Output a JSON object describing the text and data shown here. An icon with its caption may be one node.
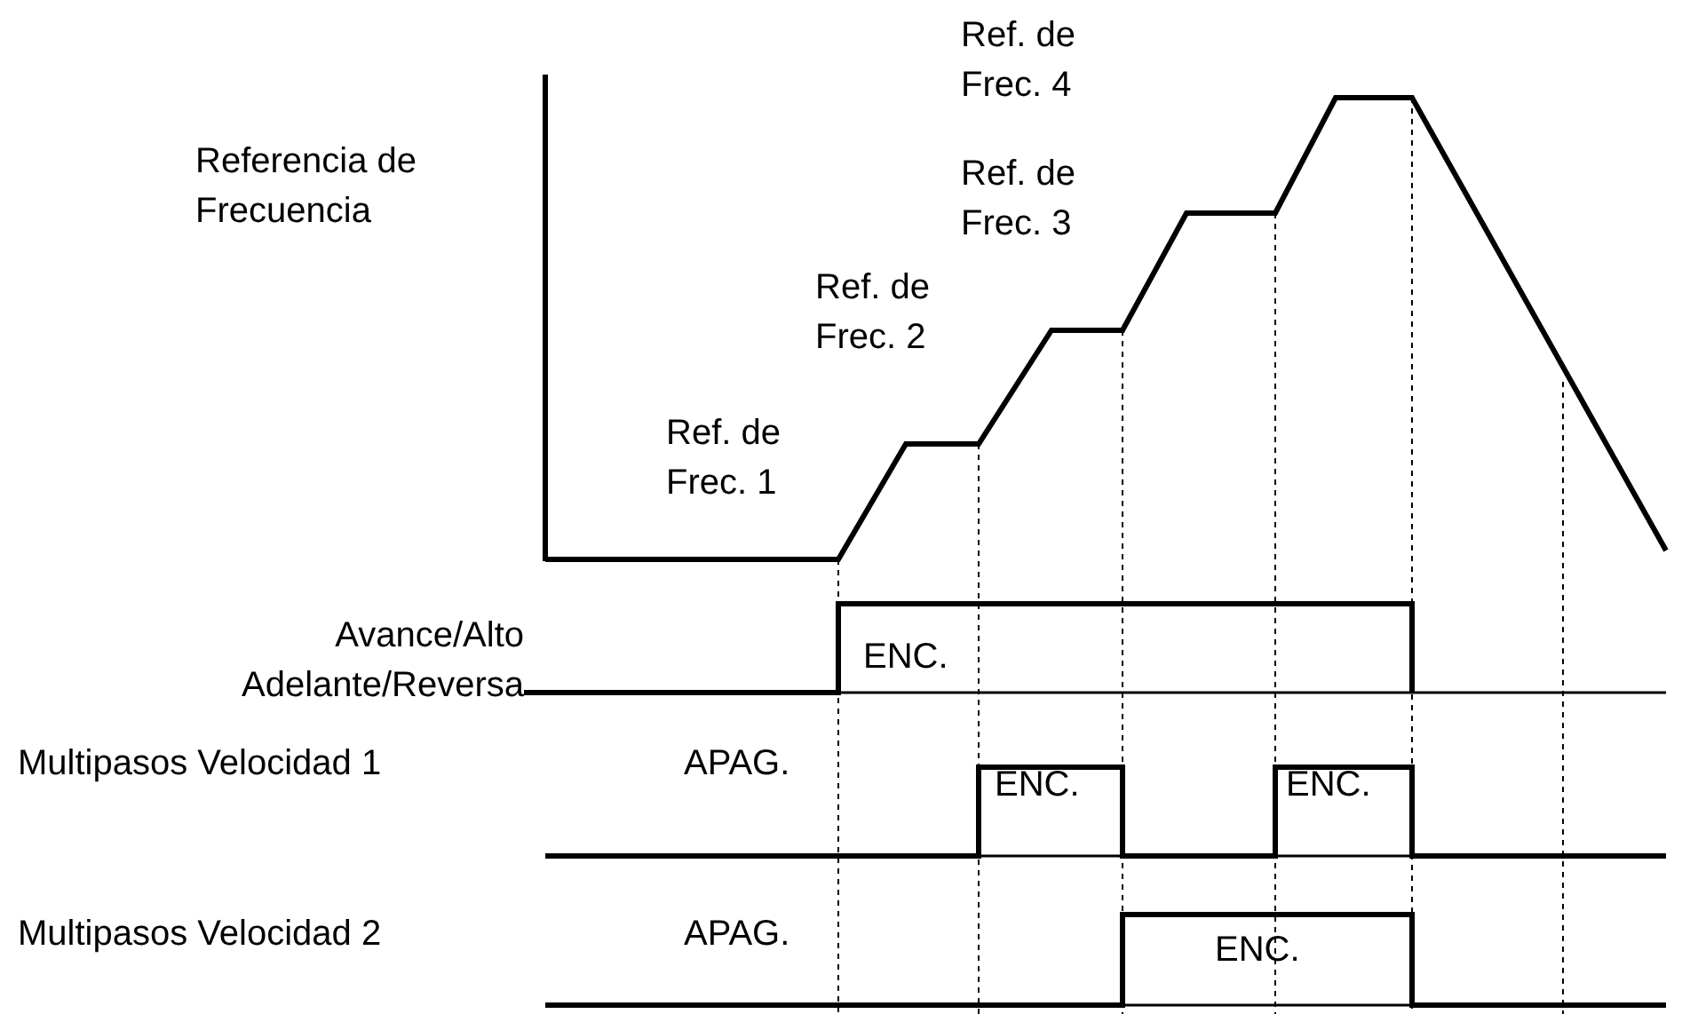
{
  "diagram": {
    "labels": [
      "Ref. de Frec. 4",
      "Referencia de Frecuencia",
      "Ref. de Frec. 3",
      "Ref. de Frec. 2",
      "Ref. de Frec. 1",
      "Avance/Alto Adelante/Reversa",
      "ENC.",
      "Multipasos Velocidad 1",
      "APAG.",
      "ENC.",
      "ENC.",
      "Multipasos Velocidad 2",
      "APAG.",
      "ENC."
    ]
  }
}
